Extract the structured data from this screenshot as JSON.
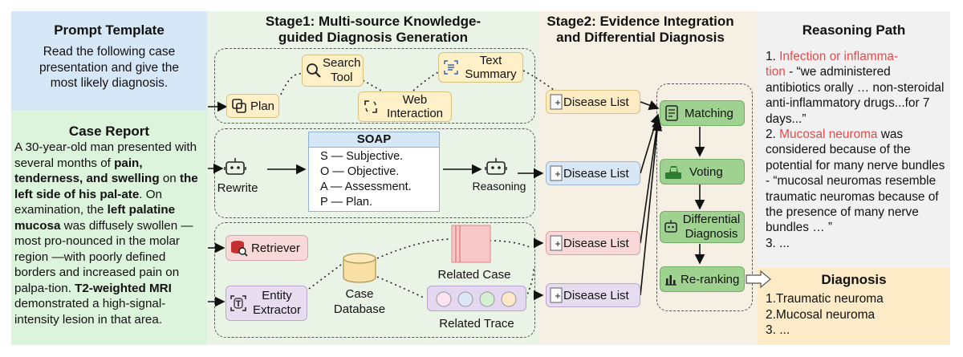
{
  "prompt_template": {
    "title": "Prompt Template",
    "lines": [
      "Read the following case",
      "presentation and give the",
      "most likely diagnosis."
    ]
  },
  "case_report": {
    "title": "Case Report",
    "text_html": "A 30-year-old man presented with several months of <b>pain, tenderness, and swelling</b> on <b>the left side of his pal-ate</b>. On examination, the <b>left palatine mucosa</b> was diffusely swollen —most pro-nounced in the molar region —with poorly defined borders and increased pain on palpa-tion. <b>T2-weighted MRI</b> demonstrated a high-signal-intensity lesion in that area."
  },
  "stage1": {
    "title_line1": "Stage1: Multi-source Knowledge-",
    "title_line2": "guided Diagnosis Generation",
    "plan": "Plan",
    "search_tool_1": "Search",
    "search_tool_2": "Tool",
    "web_1": "Web",
    "web_2": "Interaction",
    "summary_1": "Text",
    "summary_2": "Summary",
    "rewrite": "Rewrite",
    "reasoning": "Reasoning",
    "soap": {
      "title": "SOAP",
      "lines": [
        "S — Subjective.",
        "O — Objective.",
        "A — Assessment.",
        "P — Plan."
      ]
    },
    "retriever": "Retriever",
    "entity_1": "Entity",
    "entity_2": "Extractor",
    "case_db_1": "Case",
    "case_db_2": "Database",
    "related_case": "Related Case",
    "related_trace": "Related Trace"
  },
  "stage2": {
    "title_line1": "Stage2: Evidence Integration",
    "title_line2": "and Differential Diagnosis",
    "disease_list": "Disease List",
    "matching": "Matching",
    "voting": "Voting",
    "differential_1": "Differential",
    "differential_2": "Diagnosis",
    "reranking": "Re-ranking"
  },
  "reasoning_path": {
    "title": "Reasoning Path",
    "item1_num": "1.",
    "item1_red_a": "Infection or inflamma-",
    "item1_red_b": "tion",
    "item1_text": " - “we administered antibiotics orally … non-steroidal anti-inflammatory drugs...for 7 days...”",
    "item2_num": "2.",
    "item2_red": "Mucosal neuroma",
    "item2_text": " was considered because of the potential for many nerve bundles - “mucosal neuromas resemble traumatic neuromas because of the presence of many nerve bundles … ”",
    "item3": "3. ..."
  },
  "diagnosis": {
    "title": "Diagnosis",
    "items": [
      "1.Traumatic neuroma",
      "2.Mucosal neuroma",
      "3. ..."
    ]
  },
  "colors": {
    "red_text": "#e84a4a",
    "prompt_bg": "#d6e7f8",
    "case_bg": "#dcf3dc",
    "stage1_bg": "#e9f4e6",
    "stage2_bg": "#f6f0e4",
    "reasoning_bg": "#f1f1f1",
    "diagnosis_bg": "#fcebc6"
  }
}
